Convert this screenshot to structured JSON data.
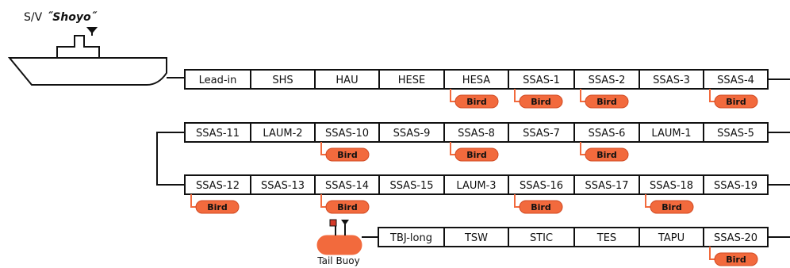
{
  "vessel": {
    "prefix": "S/V",
    "name": "˝Shoyo˝"
  },
  "tail_buoy_label": "Tail Buoy",
  "bird_label": "Bird",
  "rows": [
    {
      "sections": [
        "Lead-in",
        "SHS",
        "HAU",
        "HESE",
        "HESA",
        "SSAS-1",
        "SSAS-2",
        "SSAS-3",
        "SSAS-4"
      ],
      "birds": [
        4,
        5,
        6,
        8
      ]
    },
    {
      "sections": [
        "SSAS-11",
        "LAUM-2",
        "SSAS-10",
        "SSAS-9",
        "SSAS-8",
        "SSAS-7",
        "SSAS-6",
        "LAUM-1",
        "SSAS-5"
      ],
      "birds": [
        2,
        4,
        6
      ]
    },
    {
      "sections": [
        "SSAS-12",
        "SSAS-13",
        "SSAS-14",
        "SSAS-15",
        "LAUM-3",
        "SSAS-16",
        "SSAS-17",
        "SSAS-18",
        "SSAS-19"
      ],
      "birds": [
        0,
        2,
        5,
        7
      ]
    },
    {
      "sections": [
        "TBJ-long",
        "TSW",
        "STIC",
        "TES",
        "TAPU",
        "SSAS-20"
      ],
      "birds": [
        5
      ]
    }
  ]
}
